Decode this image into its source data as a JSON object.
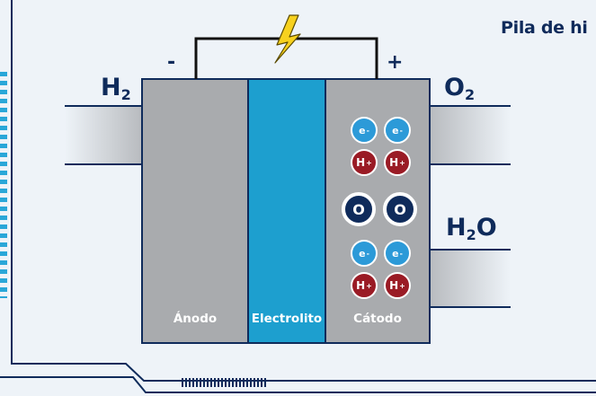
{
  "title": "Pila de hi",
  "terminals": {
    "negative": "-",
    "positive": "+"
  },
  "gases": {
    "h2": {
      "base": "H",
      "sub": "2"
    },
    "o2": {
      "base": "O",
      "sub": "2"
    },
    "h2o": {
      "pre": "H",
      "sub": "2",
      "post": "O"
    }
  },
  "regions": {
    "anode": "Ánodo",
    "electrolyte": "Electrolito",
    "cathode": "Cátodo"
  },
  "particles": {
    "electron": {
      "symbol": "e",
      "charge": "-"
    },
    "proton": {
      "symbol": "H",
      "charge": "+"
    },
    "oxygen": {
      "symbol": "O"
    }
  },
  "colors": {
    "background": "#eef3f8",
    "navy": "#0f2b5b",
    "anode_gray": "#a9abae",
    "electrolyte_blue": "#1d9fcf",
    "electron_blue": "#2c9ad8",
    "proton_red": "#9a1b25",
    "frame_accent": "#2aa7d8",
    "bolt_yellow": "#f7d11e"
  }
}
